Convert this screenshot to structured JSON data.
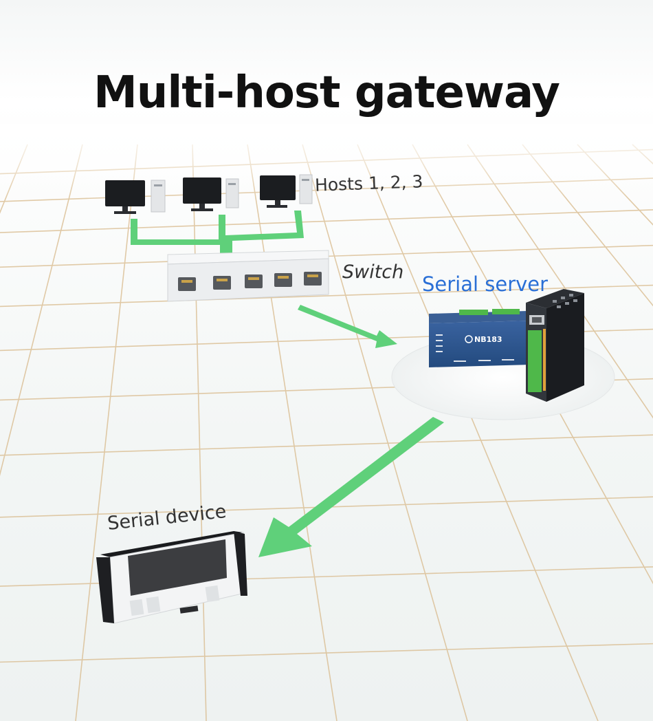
{
  "title": "Multi-host gateway",
  "labels": {
    "hosts": "Hosts 1, 2, 3",
    "switch": "Switch",
    "serial_server": "Serial server",
    "serial_device": "Serial device"
  },
  "device_text": {
    "model": "NB183"
  },
  "colors": {
    "link_green": "#5fd07a",
    "server_label": "#2a6fd6",
    "server_body": "#2c4f86",
    "terminal_green": "#4fb84a",
    "grid_line": "#d8b98a"
  }
}
